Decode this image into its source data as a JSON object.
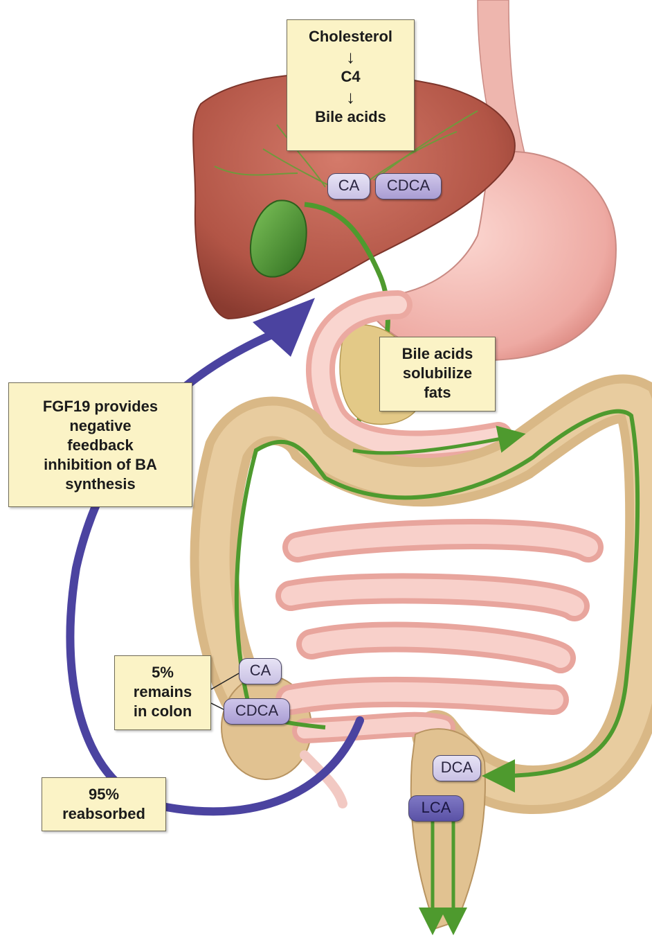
{
  "synthesis_box": {
    "line1": "Cholesterol",
    "arrow1": "↓",
    "line2": "C4",
    "arrow2": "↓",
    "line3": "Bile acids"
  },
  "liver_pills": {
    "ca": "CA",
    "cdca": "CDCA"
  },
  "fats_box": {
    "line1": "Bile acids",
    "line2": "solubilize",
    "line3": "fats"
  },
  "feedback_box": {
    "line1": "FGF19 provides",
    "line2": "negative",
    "line3": "feedback",
    "line4": "inhibition of BA",
    "line5": "synthesis"
  },
  "colon_box": {
    "line1": "5%",
    "line2": "remains",
    "line3": "in colon"
  },
  "colon_pills": {
    "ca": "CA",
    "cdca": "CDCA"
  },
  "reabsorbed_box": {
    "line1": "95%",
    "line2": "reabsorbed"
  },
  "rectum_pills": {
    "dca": "DCA",
    "lca": "LCA"
  },
  "colors": {
    "liver": "#b5584a",
    "gallbladder": "#3f8a2a",
    "stomach": "#f1b8b2",
    "colon": "#d8b98c",
    "bile_path": "#4e9a2e",
    "feedback_arrow": "#4b43a0",
    "label_fill": "#fbf3c6"
  },
  "icons": {
    "flow_arrow": "arrow-icon"
  }
}
